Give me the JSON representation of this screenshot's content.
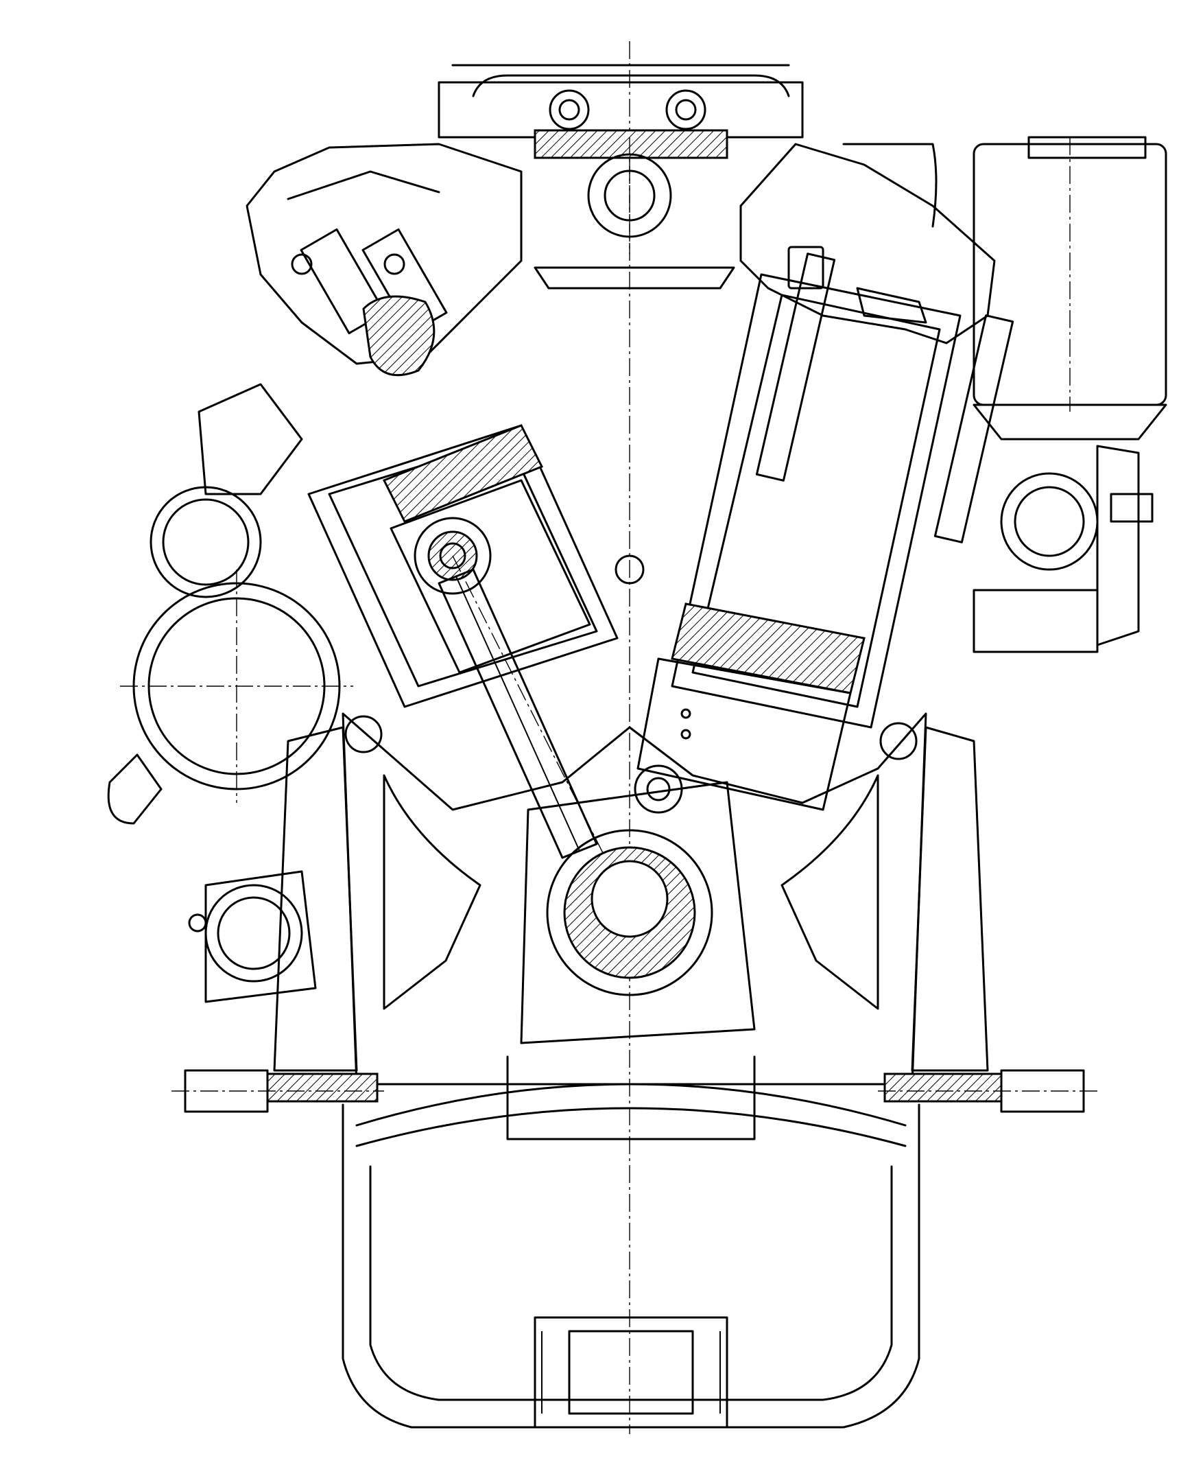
{
  "figure": {
    "colors": {
      "ink": "#000000",
      "paper": "#ffffff"
    },
    "parts": [
      "cylinder-head-left",
      "cylinder-head-right",
      "cylinder-left",
      "cylinder-right",
      "piston-left",
      "piston-right",
      "connecting-rod",
      "crankshaft-journal",
      "crankcase",
      "oil-sump",
      "oil-pump",
      "intake-manifold",
      "turbocharger-left",
      "turbocharger-right",
      "air-filter",
      "oil-filter",
      "water-pump",
      "mounting-bracket-left",
      "mounting-bracket-right"
    ]
  }
}
